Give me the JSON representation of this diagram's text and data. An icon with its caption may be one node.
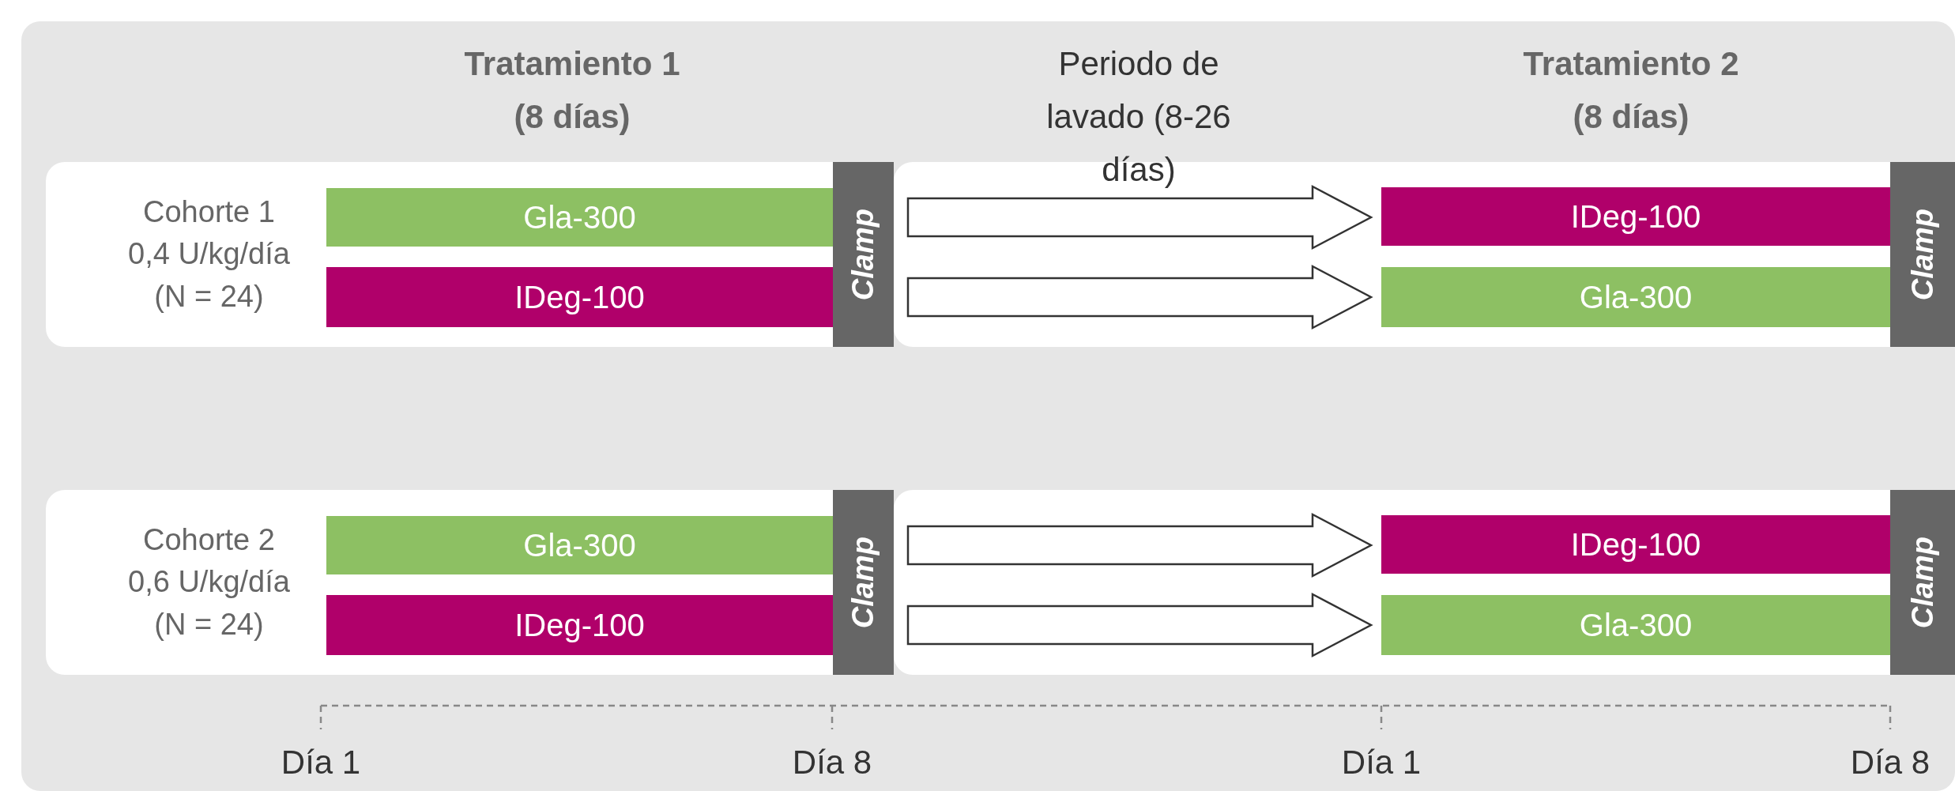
{
  "diagram": {
    "nodes": [
      {
        "text": [
          "Cohorte 1",
          "0,4 U/kg/día (N = 24)"
        ]
      },
      {
        "text": [
          "Gla-300"
        ],
        "in": 0
      },
      {
        "text": [
          "IDeg-100"
        ],
        "in": 0
      },
      {
        "text": [
          "Clamp"
        ],
        "in": 0
      },
      {
        "text": [],
        "shape": "box"
      },
      {
        "text": [
          "IDeg-100"
        ],
        "in": 4
      },
      {
        "text": [
          "Gla-300"
        ],
        "in": 4
      },
      {
        "text": [
          "Clamp"
        ],
        "in": 4
      },
      {
        "text": [
          "Cohorte 2",
          "0,6 U/kg/día (N = 24)"
        ]
      },
      {
        "text": [
          "Gla-300"
        ],
        "in": 8
      },
      {
        "text": [
          "IDeg-100"
        ],
        "in": 8
      },
      {
        "text": [
          "Clamp"
        ],
        "in": 8
      },
      {
        "text": [],
        "shape": "box"
      },
      {
        "text": [
          "IDeg-100"
        ],
        "in": 12
      },
      {
        "text": [
          "Gla-300"
        ],
        "in": 12
      },
      {
        "text": [
          "Clamp"
        ],
        "in": 12
      }
    ],
    "edges": [
      {
        "from": 1,
        "to": 5,
        "arrow": "to"
      },
      {
        "from": 2,
        "to": 6,
        "arrow": "to"
      },
      {
        "from": 9,
        "to": 13,
        "arrow": "to"
      },
      {
        "from": 10,
        "to": 14,
        "arrow": "to"
      }
    ],
    "labels": [
      "Tratamiento 1 (8 días)",
      "Periodo de lavado (8-26 días)",
      "Tratamiento 2 (8 días)",
      "Día 1",
      "Día 8",
      "Día 1",
      "Día 8"
    ]
  }
}
